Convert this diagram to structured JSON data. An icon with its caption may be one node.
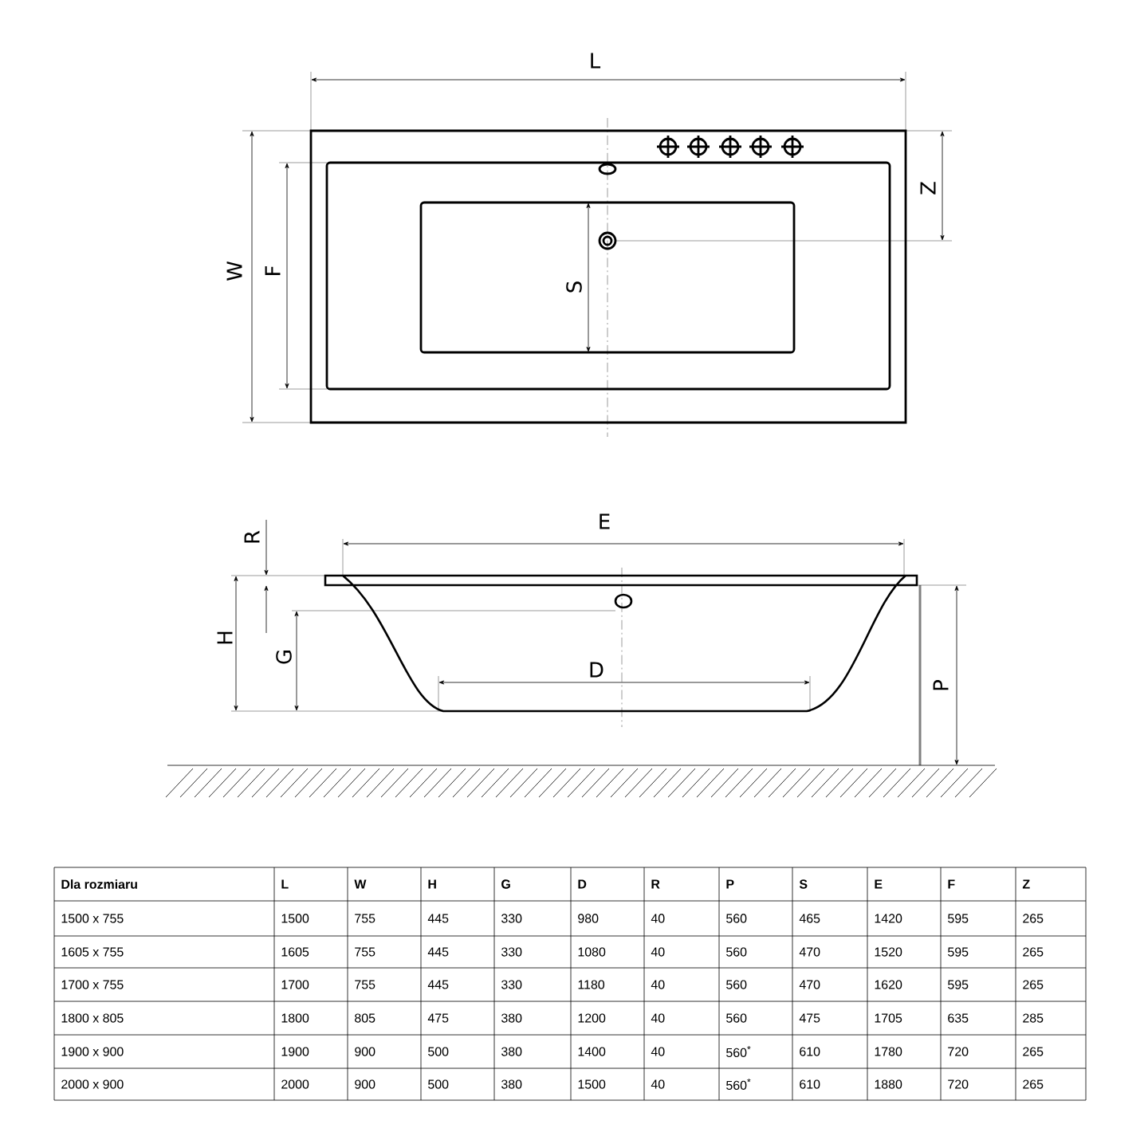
{
  "diagram": {
    "labels": [
      "L",
      "Z",
      "W",
      "F",
      "S",
      "E",
      "R",
      "H",
      "G",
      "D",
      "P",
      "Dla rozmiaru",
      "L",
      "W",
      "H",
      "G",
      "D",
      "R",
      "P",
      "S",
      "E",
      "F",
      "Z",
      "1500 x 755",
      "1500",
      "755",
      "445",
      "330",
      "980",
      "40",
      "560",
      "465",
      "1420",
      "595",
      "265",
      "1605 x 755",
      "1605",
      "755",
      "445",
      "330",
      "1080",
      "40",
      "560",
      "470",
      "1520",
      "595",
      "265",
      "1700 x 755",
      "1700",
      "755",
      "445",
      "330",
      "1180",
      "40",
      "560",
      "470",
      "1620",
      "595",
      "265",
      "1800 x 805",
      "1800",
      "805",
      "475",
      "380",
      "1200",
      "40",
      "560",
      "475",
      "1705",
      "635",
      "285",
      "1900 x 900",
      "1900",
      "900",
      "500",
      "380",
      "1400",
      "40",
      "560$^{*}$",
      "610",
      "1780",
      "720",
      "265",
      "2000 x 900",
      "2000",
      "900",
      "500",
      "380",
      "1500",
      "40",
      "560$^{*}$",
      "610",
      "1880",
      "720",
      "265"
    ]
  }
}
